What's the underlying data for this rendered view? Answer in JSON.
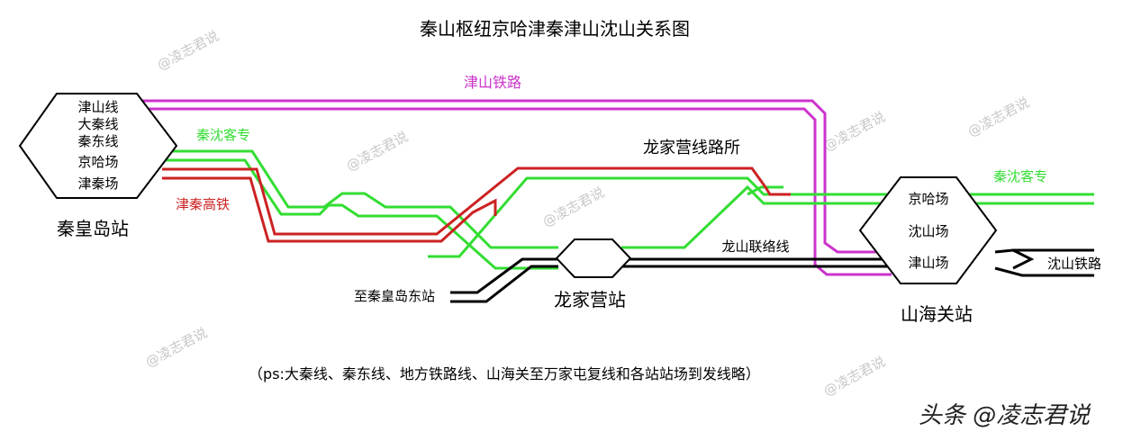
{
  "title": "秦山枢纽京哈津秦津山沈山关系图",
  "stations": {
    "qinhuangdao": {
      "name": "秦皇岛站",
      "yards": [
        "津山线",
        "大秦线",
        "秦东线",
        "京哈场",
        "津秦场"
      ]
    },
    "longjiaying": {
      "name": "龙家营站"
    },
    "shanhaiguan": {
      "name": "山海关站",
      "yards": [
        "京哈场",
        "沈山场",
        "津山场"
      ]
    }
  },
  "lines": {
    "jinshan_railway": "津山铁路",
    "qinshen_passenger_left": "秦沈客专",
    "qinshen_passenger_right": "秦沈客专",
    "jinqin_hsr": "津秦高铁",
    "longjiaying_junction": "龙家营线路所",
    "longshan_link": "龙山联络线",
    "to_qinhuangdao_east": "至秦皇岛东站",
    "shenshan_railway": "沈山铁路"
  },
  "note": "（ps:大秦线、秦东线、地方铁路线、山海关至万家屯复线和各站站场到发线略）",
  "watermark": "@凌志君说",
  "footer_watermark": "头条 @凌志君说",
  "colors": {
    "jinshan": "#cc33cc",
    "qinshen": "#33dd33",
    "jinqin": "#cc2222",
    "conventional": "#000000"
  }
}
